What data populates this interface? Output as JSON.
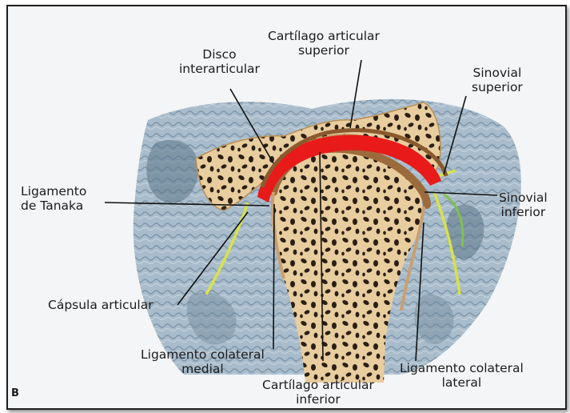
{
  "panel_letter": "B",
  "labels": {
    "cartilago_superior": [
      "Cartílago articular",
      "superior"
    ],
    "disco": [
      "Disco",
      "interarticular"
    ],
    "sinovial_superior": [
      "Sinovial",
      "superior"
    ],
    "ligamento_tanaka": [
      "Ligamento",
      "de Tanaka"
    ],
    "sinovial_inferior": [
      "Sinovial",
      "inferior"
    ],
    "capsula": [
      "Cápsula articular"
    ],
    "lig_colateral_medial": [
      "Ligamento colateral",
      "medial"
    ],
    "cartilago_inferior": [
      "Cartílago articular",
      "inferior"
    ],
    "lig_colateral_lateral": [
      "Ligamento colateral",
      "lateral"
    ]
  },
  "colors": {
    "disc": "#e81a1a",
    "bone": "#e9c99a",
    "cartilage": "#9c6b3c",
    "synovial": "#d8e24a",
    "soft_tissue": "#9db2c2",
    "background": "#f3f5f6"
  }
}
